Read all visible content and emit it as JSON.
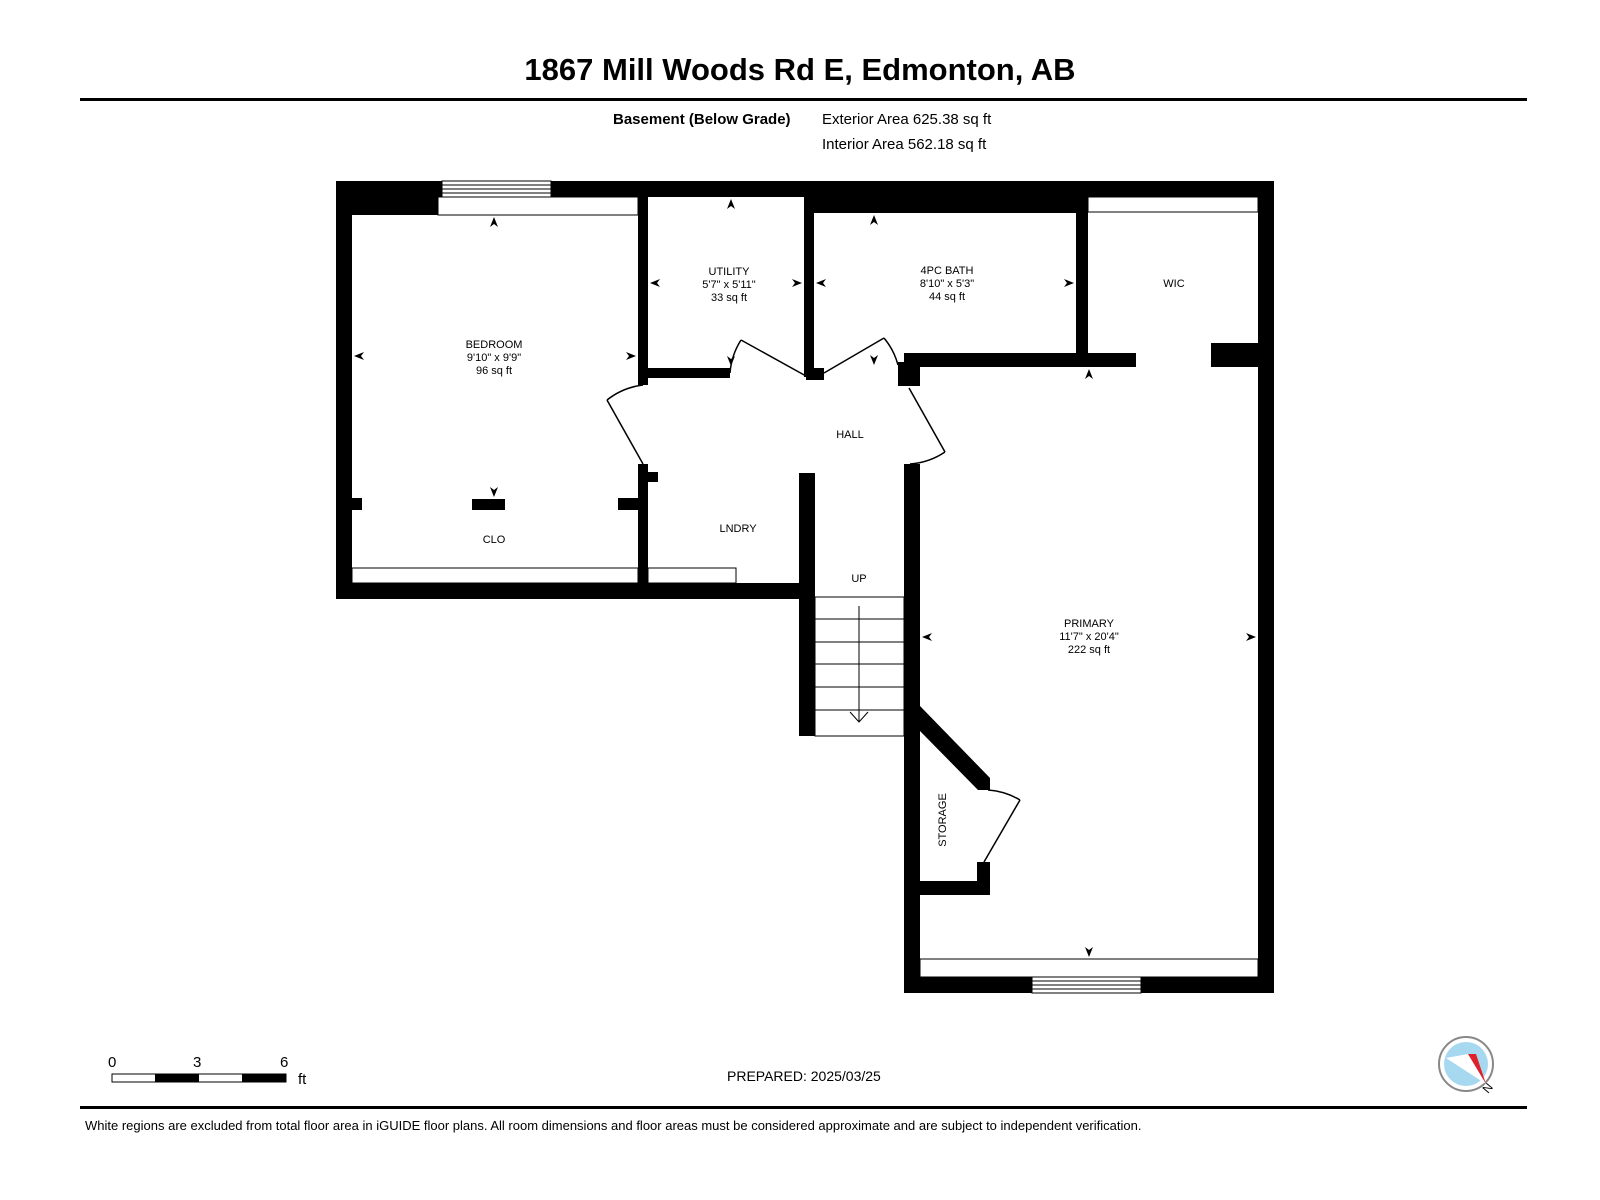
{
  "header": {
    "address": "1867 Mill Woods Rd E, Edmonton, AB"
  },
  "floor": {
    "name": "Basement (Below Grade)",
    "exterior_area": "Exterior Area 625.38 sq ft",
    "interior_area": "Interior Area 562.18 sq ft"
  },
  "rooms": {
    "bedroom": {
      "name": "BEDROOM",
      "dims": "9'10\" x 9'9\"",
      "area": "96 sq ft"
    },
    "utility": {
      "name": "UTILITY",
      "dims": "5'7\" x 5'11\"",
      "area": "33 sq ft"
    },
    "bath": {
      "name": "4PC BATH",
      "dims": "8'10\" x 5'3\"",
      "area": "44 sq ft"
    },
    "wic": {
      "name": "WIC"
    },
    "hall": {
      "name": "HALL"
    },
    "lndry": {
      "name": "LNDRY"
    },
    "clo": {
      "name": "CLO"
    },
    "up": {
      "name": "UP"
    },
    "primary": {
      "name": "PRIMARY",
      "dims": "11'7\" x 20'4\"",
      "area": "222 sq ft"
    },
    "storage": {
      "name": "STORAGE"
    }
  },
  "scale_bar": {
    "ticks": [
      "0",
      "3",
      "6"
    ],
    "unit": "ft"
  },
  "prepared": "PREPARED: 2025/03/25",
  "compass": {
    "label": "N",
    "needle_color": "#e0202a",
    "dial_color": "#a6d8f0"
  },
  "footnote": "White regions are excluded from total floor area in iGUIDE floor plans. All room dimensions and floor areas must be considered approximate and are subject to independent verification."
}
